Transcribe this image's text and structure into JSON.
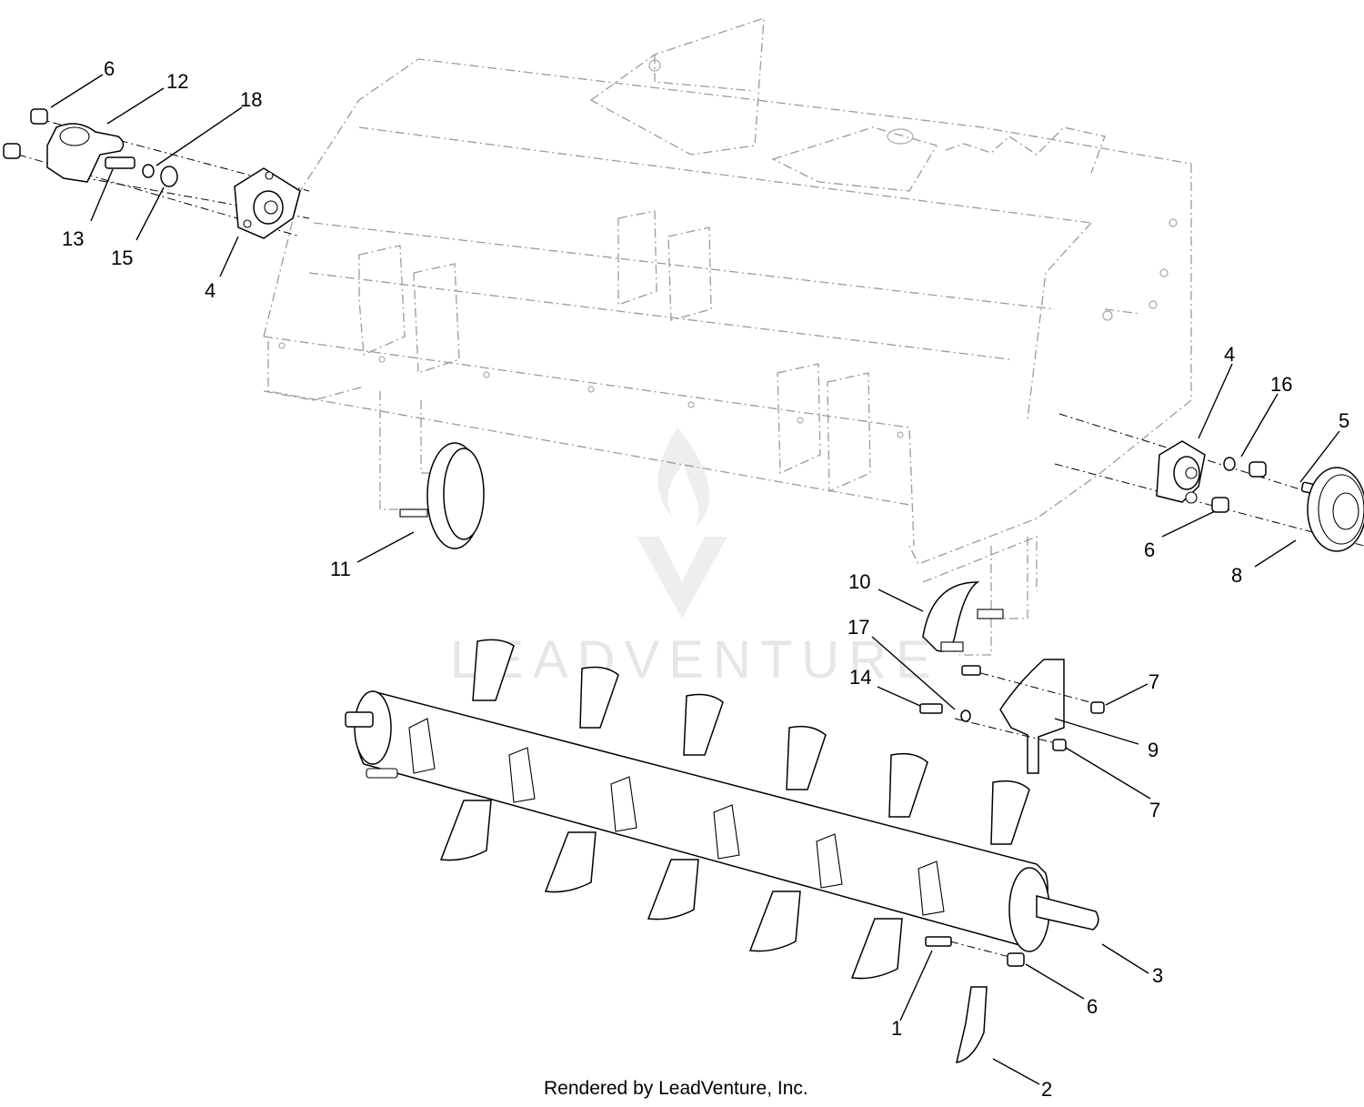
{
  "watermark": {
    "brand": "LEADVENTURE"
  },
  "footer": {
    "credit": "Rendered by LeadVenture, Inc."
  },
  "callouts": {
    "c1": "1",
    "c2": "2",
    "c3": "3",
    "c4_left": "4",
    "c4_right": "4",
    "c5": "5",
    "c6_top": "6",
    "c6_mid": "6",
    "c6_bottom": "6",
    "c7_upper": "7",
    "c7_lower": "7",
    "c8": "8",
    "c9": "9",
    "c10": "10",
    "c11": "11",
    "c12": "12",
    "c13": "13",
    "c14": "14",
    "c15": "15",
    "c16": "16",
    "c17": "17",
    "c18": "18"
  },
  "colors": {
    "ghost_lines": "#9a9a9a",
    "parts": "#000000",
    "watermark": "#e6e6e6"
  }
}
